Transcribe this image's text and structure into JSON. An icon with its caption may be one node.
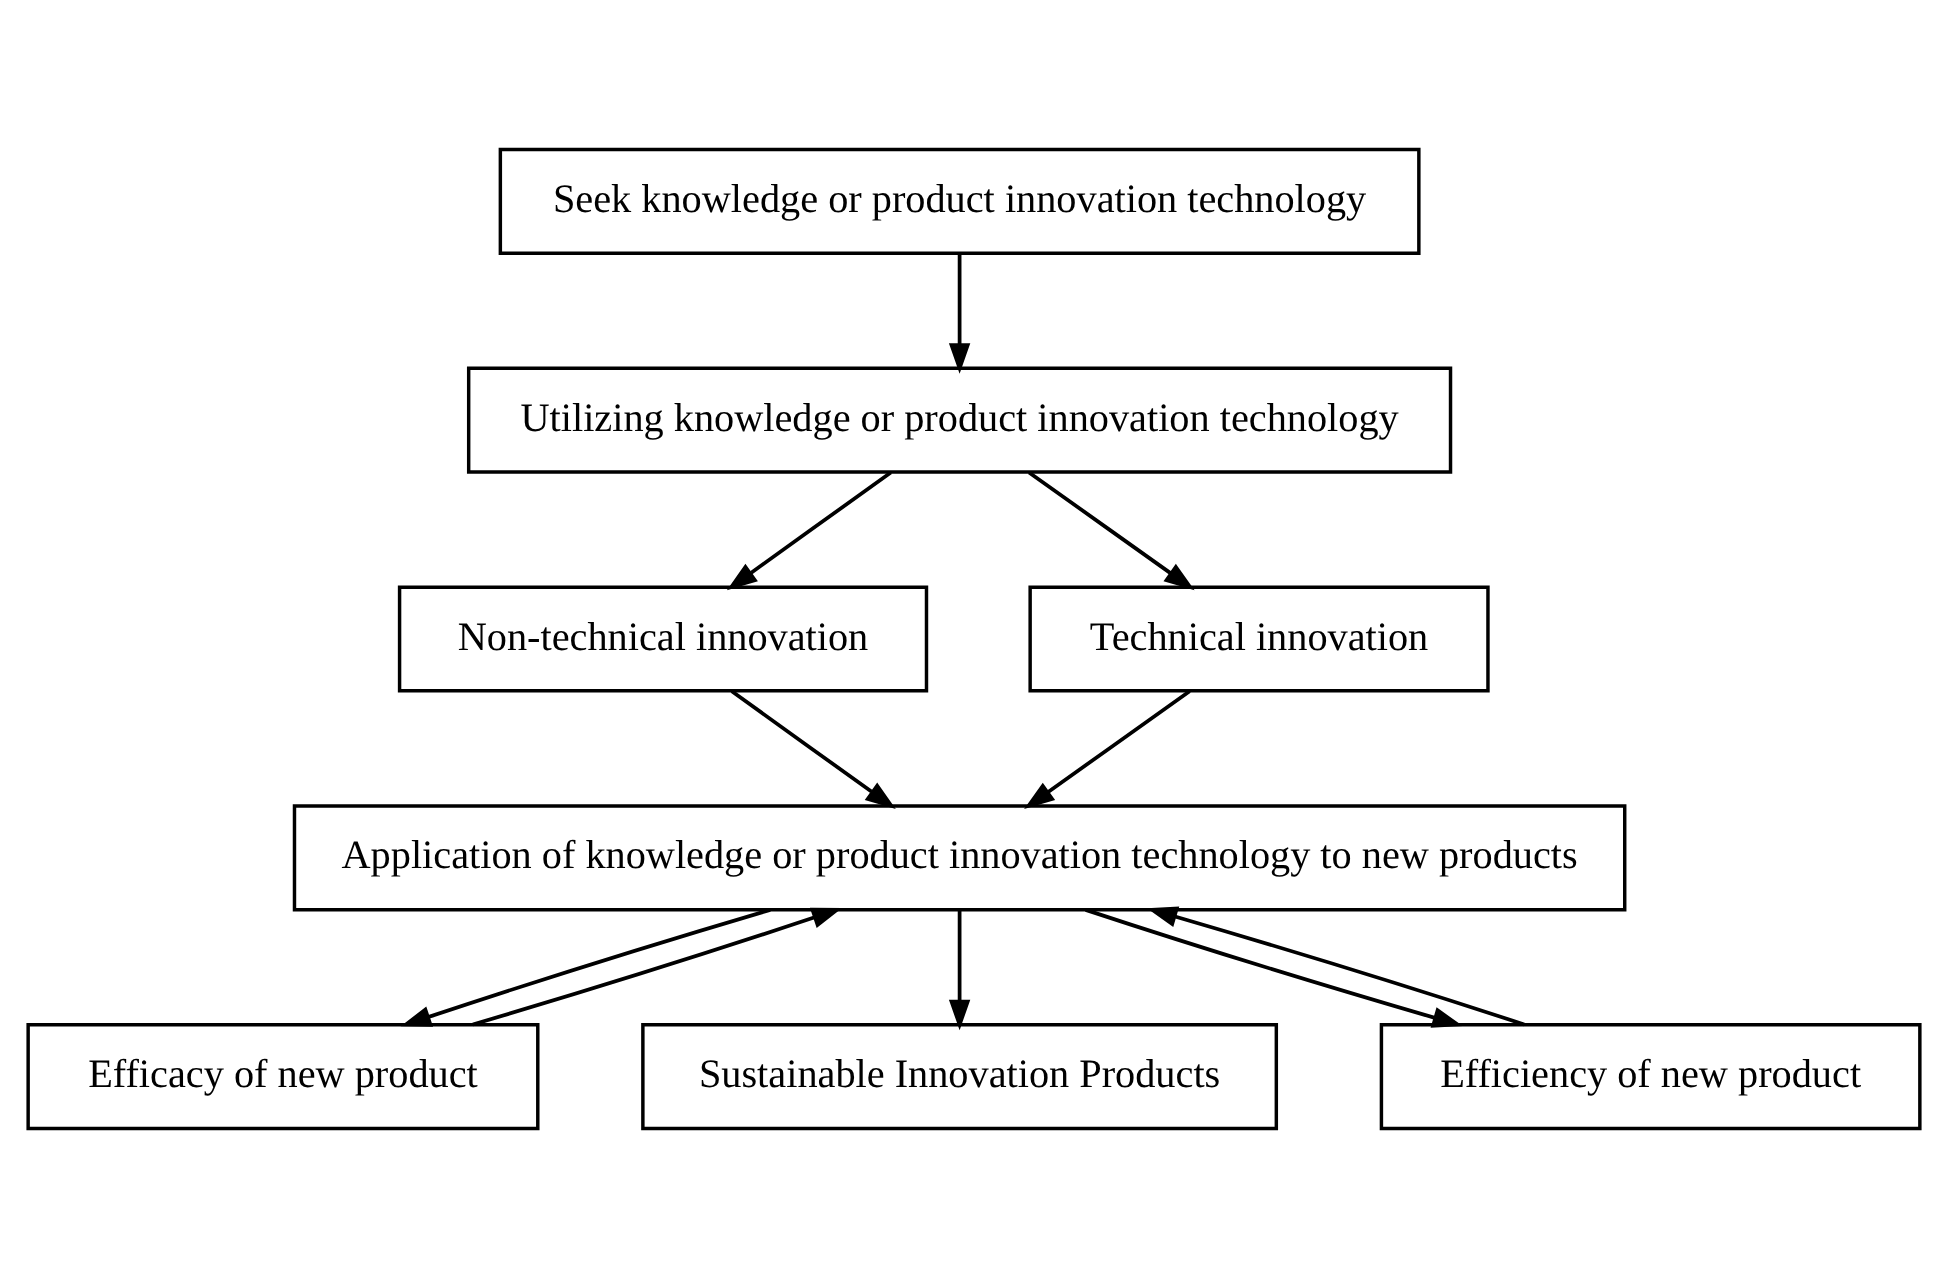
{
  "diagram": {
    "nodes": [
      {
        "text": [
          "Seek knowledge or product innovation technology"
        ]
      },
      {
        "text": [
          "Utilizing knowledge or product innovation technology"
        ]
      },
      {
        "text": [
          "Non-technical innovation"
        ]
      },
      {
        "text": [
          "Technical innovation"
        ]
      },
      {
        "text": [
          "Application of knowledge or product innovation technology to new products"
        ]
      },
      {
        "text": [
          "Efficacy of new product"
        ]
      },
      {
        "text": [
          "Efficiency of new product"
        ]
      },
      {
        "text": [
          "Sustainable Innovation Products"
        ]
      }
    ],
    "edges": [
      {
        "from": 0,
        "to": 1,
        "arrow": "to"
      },
      {
        "from": 1,
        "to": 2,
        "arrow": "to"
      },
      {
        "from": 1,
        "to": 3,
        "arrow": "to"
      },
      {
        "from": 2,
        "to": 4,
        "arrow": "to"
      },
      {
        "from": 3,
        "to": 4,
        "arrow": "to"
      },
      {
        "from": 5,
        "to": 4,
        "arrow": "to"
      },
      {
        "from": 4,
        "to": 5,
        "arrow": "to"
      },
      {
        "from": 4,
        "to": 6,
        "arrow": "to"
      },
      {
        "from": 6,
        "to": 4,
        "arrow": "to"
      },
      {
        "from": 4,
        "to": 7,
        "arrow": "to"
      }
    ]
  }
}
